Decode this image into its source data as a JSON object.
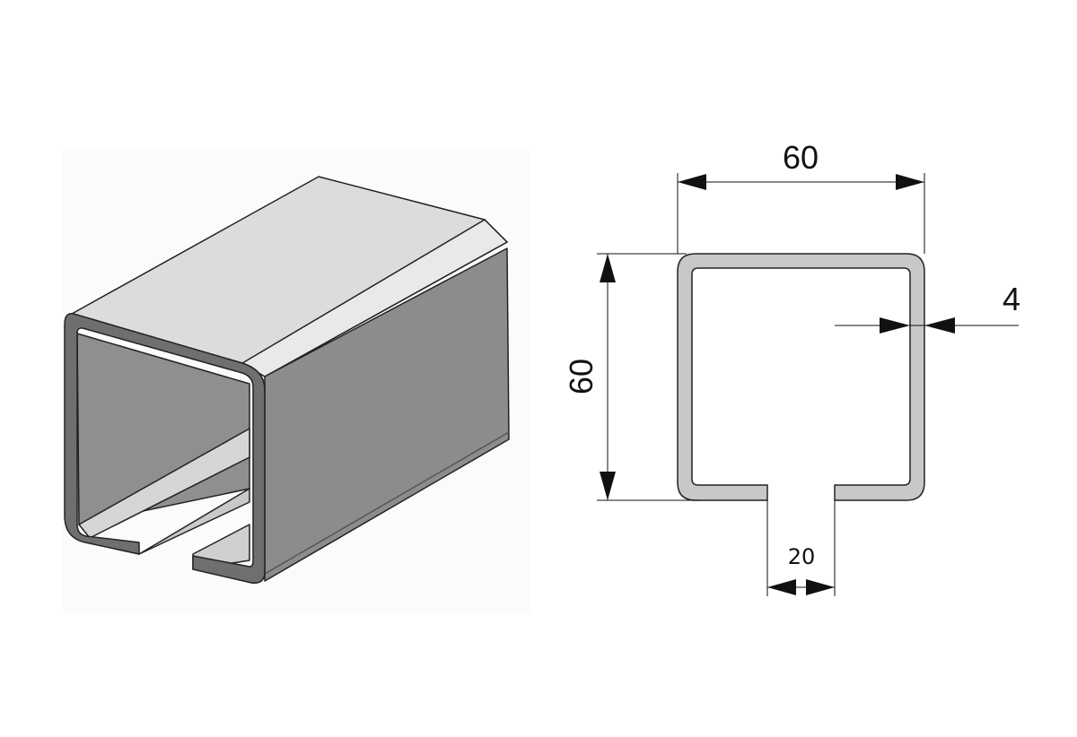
{
  "drawing": {
    "dimensions": {
      "width": "60",
      "height": "60",
      "thickness": "4",
      "slot_width": "20"
    },
    "colors": {
      "profile_fill": "#c8c8c8",
      "top_face": "#dedede",
      "side_face": "#8a8a8a",
      "section_face": "#6e6e6e",
      "line": "#111111"
    }
  }
}
